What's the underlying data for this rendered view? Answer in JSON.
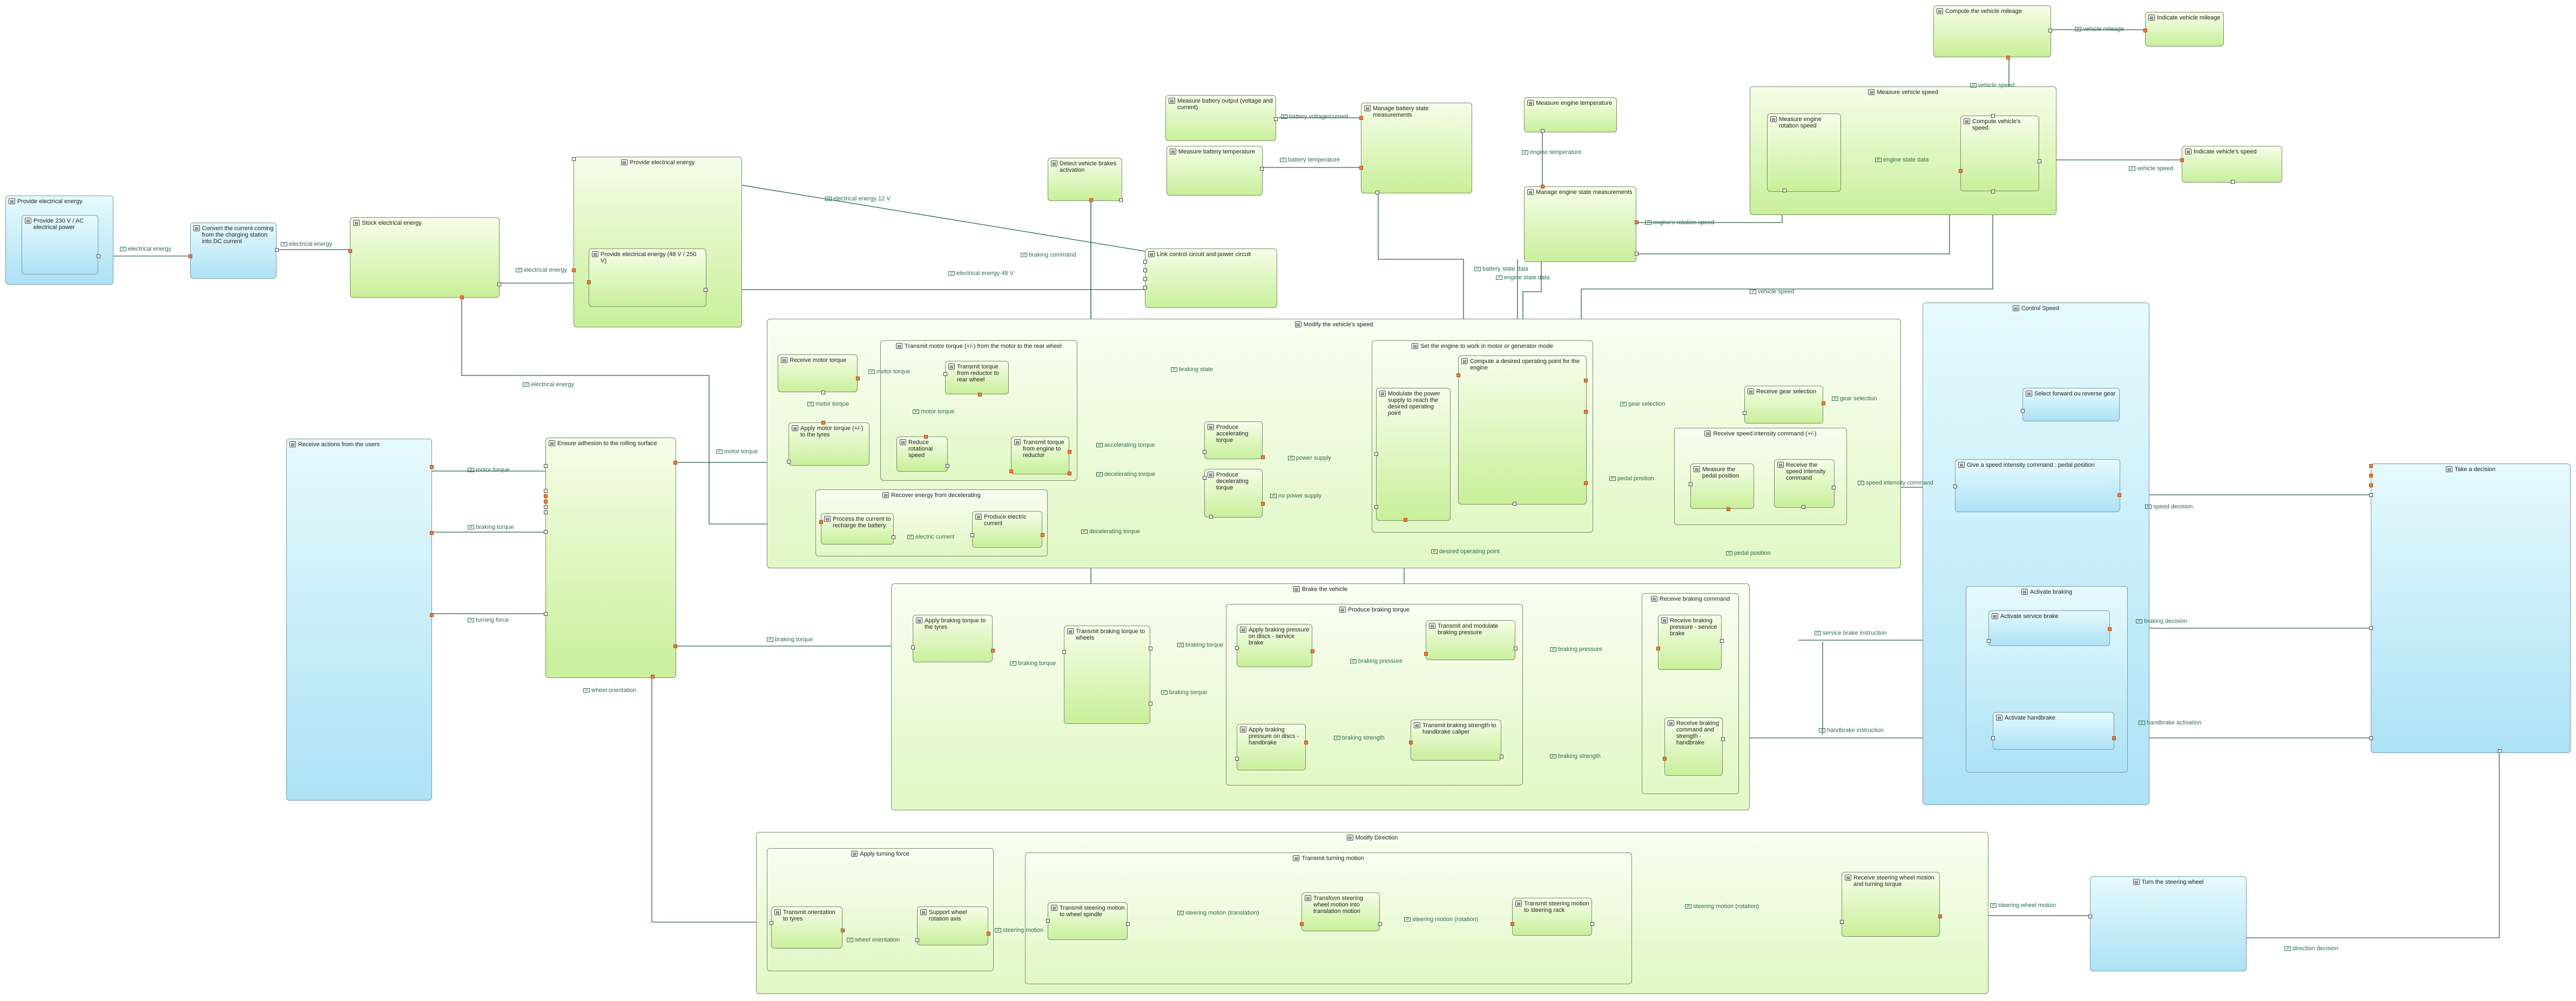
{
  "diagram": {
    "functions": {
      "provide_electrical_energy_left": "Provide electrical energy",
      "provide_230v_ac": "Provide 230 V / AC electrical power",
      "convert_current": "Convert the current coming from the charging station into DC current",
      "stock_electrical_energy": "Stock electrical energy",
      "provide_electrical_energy_mid": "Provide electrical energy",
      "provide_48v_250v": "Provide electrical energy (48 V / 250 V)",
      "detect_brakes": "Detect vehicle brakes activation",
      "link_control_circuit": "Link control circuit and power circuit",
      "measure_battery_output": "Measure battery output (voltage and current)",
      "measure_battery_temp": "Measure battery temperature",
      "manage_battery_state": "Manage battery state measurements",
      "measure_engine_temp": "Measure engine temperature",
      "manage_engine_state": "Manage engine state measurements",
      "compute_mileage": "Compute the vehicle mileage",
      "indicate_mileage": "Indicate vehicle mileage",
      "measure_vehicle_speed": "Measure vehicle speed",
      "measure_rotation_speed": "Measure engine rotation speed",
      "compute_vehicle_speed": "Compute vehicle's speed",
      "indicate_vehicle_speed": "Indicate vehicle's speed",
      "control_speed": "Control Speed",
      "select_forward": "Select forward ou reverse gear",
      "give_speed_intensity": "Give a speed intensity command : pedal position",
      "activate_braking": "Activate braking",
      "activate_service_brake": "Activate service brake",
      "activate_handbrake": "Activate handbrake",
      "take_decision": "Take a decision",
      "turn_steering_wheel": "Turn the steering wheel",
      "receive_actions": "Receive actions from the users",
      "ensure_adhesion": "Ensure adhesion to the rolling surface",
      "modify_speed": "Modify the vehicle's speed",
      "receive_motor_torque": "Receive motor torque",
      "apply_motor_torque": "Apply motor torque (+/-) to the tyres",
      "transmit_motor_torque": "Transmit motor torque (+/-) from the motor to the rear wheel",
      "transmit_torque_reductor": "Transmit torque from reductor to rear wheel",
      "reduce_rotational_speed": "Reduce rotational speed",
      "transmit_torque_engine": "Transmit torque from engine to reductor",
      "produce_accel_torque": "Produce accelerating torque",
      "produce_decel_torque": "Produce decelerating torque",
      "recover_energy": "Recover energy from decelerating",
      "process_current": "Process the current to recharge the battery",
      "produce_electric_current": "Produce electric current",
      "set_engine": "Set the engine to work in motor or generator mode",
      "modulate_power": "Modulate the power supply to reach the desired operating point",
      "compute_operating_point": "Compute a desired operating point for the engine",
      "receive_gear": "Receive gear selection",
      "receive_speed_intensity": "Receive speed intensity command (+/-)",
      "measure_pedal": "Measure the pedal position",
      "receive_speed_cmd": "Receive the speed intensity command",
      "brake_vehicle": "Brake the vehicle",
      "apply_braking_torque": "Apply braking torque to the tyres",
      "transmit_braking_torque": "Transmit braking torque to wheels",
      "produce_braking_torque": "Produce braking torque",
      "apply_pressure_service": "Apply braking pressure on discs - service brake",
      "transmit_modulate_pressure": "Transmit and modulate braking pressure",
      "apply_pressure_handbrake": "Apply braking pressure on discs - handbrake",
      "transmit_strength": "Transmit braking strength to handbrake caliper",
      "receive_braking_cmd": "Receive braking command",
      "receive_pressure_service": "Receive braking pressure - service brake",
      "receive_braking_strength": "Receive braking command and strength - handbrake",
      "modify_direction": "Modify Direction",
      "apply_turning_force": "Apply turning force",
      "transmit_orientation": "Transmit orientation to tyres",
      "support_wheel": "Support wheel rotation axis",
      "transmit_turning": "Transmit turning motion",
      "transmit_steering_spindle": "Transmit steering motion to wheel spindle",
      "transform_steering": "Transform steering wheel motion into translation motion",
      "transmit_steering_rack": "Transmit steering motion to steering rack",
      "receive_steering": "Receive steering wheel motion and turning torque"
    },
    "exchanges": {
      "electrical_energy_a": "electrical energy",
      "electrical_energy_b": "electrical energy",
      "electrical_energy_c": "electrical energy",
      "electrical_energy_d": "electrical energy",
      "electrical_energy_12": "electrical energy 12 V",
      "electrical_energy_48": "electrical energy 48 V",
      "braking_command": "braking command",
      "battery_voltage": "battery voltage/current",
      "battery_temperature": "battery temperature",
      "engine_temperature": "engine temperature",
      "engine_rotation_speed": "engine's rotation speed",
      "battery_state_data": "battery state data",
      "engine_state_data": "engine state data",
      "vehicle_mileage": "vehicle mileage",
      "vehicle_speed_a": "vehicle speed",
      "vehicle_speed_b": "vehicle speed",
      "vehicle_speed_c": "vehicle speed",
      "engine_state_data_b": "engine state data",
      "motor_torque_a": "motor torque",
      "motor_torque_b": "motor torque",
      "motor_torque_c": "motor torque",
      "motor_torque_d": "motor torque",
      "motor_torque_e": "motor torque",
      "braking_torque_a": "braking torque",
      "braking_torque_b": "braking torque",
      "braking_torque_c": "braking torque",
      "braking_torque_d": "braking torque",
      "braking_torque_e": "braking torque",
      "turning_force": "turning force",
      "wheel_orientation_a": "wheel orientation",
      "wheel_orientation_b": "wheel orientation",
      "accelerating_torque": "accelerating torque",
      "decelerating_torque_a": "decelerating torque",
      "decelerating_torque_b": "decelerating torque",
      "power_supply": "power supply",
      "no_power_supply": "no power supply",
      "electric_current": "electric current",
      "braking_state": "braking state",
      "gear_selection_a": "gear selection",
      "gear_selection_b": "gear selection",
      "pedal_position_a": "pedal position",
      "pedal_position_b": "pedal position",
      "speed_intensity_command": "speed intensity command",
      "desired_operating_point": "desired operating point",
      "speed_decision": "speed decision",
      "braking_decision": "braking decision",
      "service_brake_instruction": "service brake instruction",
      "handbrake_instruction": "handbrake instruction",
      "handbrake_activation": "handbrake activation",
      "braking_pressure_a": "braking pressure",
      "braking_pressure_b": "braking pressure",
      "braking_strength_a": "braking strength",
      "braking_strength_b": "braking strength",
      "steering_wheel_motion": "steering wheel motion",
      "steering_rotation_a": "steering motion (rotation)",
      "steering_rotation_b": "steering motion (rotation)",
      "steering_translation": "steering motion (translation)",
      "steering_motion": "steering motion",
      "direction_decision": "direction decision"
    }
  }
}
